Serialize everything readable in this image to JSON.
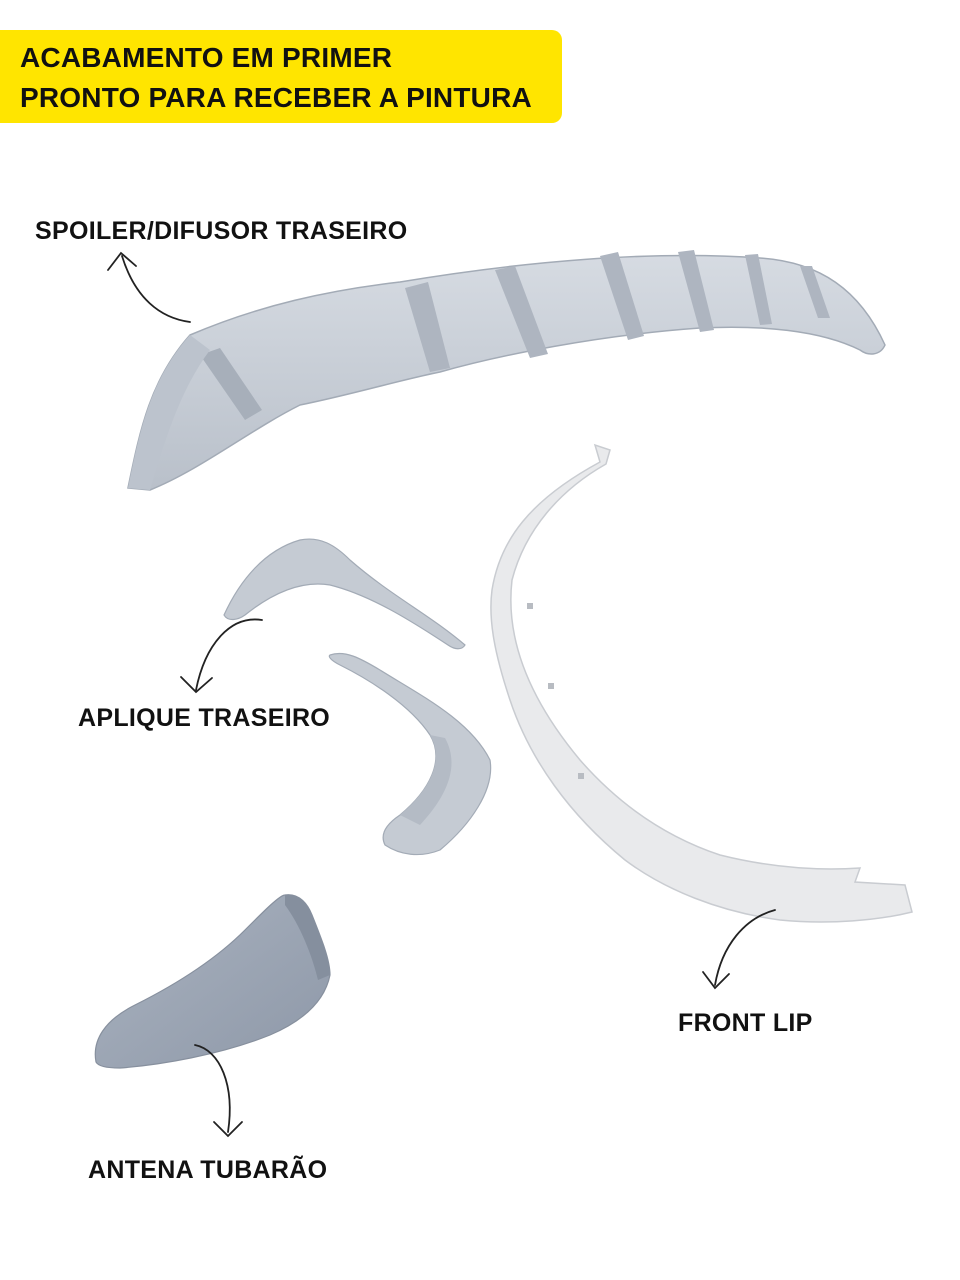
{
  "banner": {
    "line1": "ACABAMENTO EM PRIMER",
    "line2": "PRONTO PARA RECEBER A PINTURA",
    "color": "#ffe500"
  },
  "labels": {
    "spoiler": "SPOILER/DIFUSOR TRASEIRO",
    "aplique": "APLIQUE TRASEIRO",
    "front_lip": "FRONT LIP",
    "antena": "ANTENA TUBARÃO"
  },
  "colors": {
    "primer_gray": "#c5cbd3",
    "primer_shadow": "#9aa2ad",
    "lip_white": "#e9eaec",
    "antenna_gray": "#9aa4b3"
  }
}
